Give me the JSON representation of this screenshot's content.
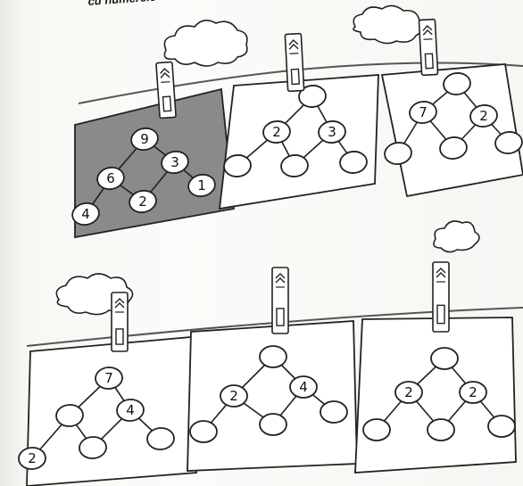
{
  "instruction": "cu numerele",
  "puzzles": [
    {
      "id": "p1",
      "shaded": true,
      "numbers": [
        "9",
        "6",
        "3",
        "4",
        "2",
        "1"
      ]
    },
    {
      "id": "p2",
      "shaded": false,
      "numbers": [
        "",
        "2",
        "3",
        "",
        "",
        ""
      ]
    },
    {
      "id": "p3",
      "shaded": false,
      "numbers": [
        "",
        "7",
        "2",
        "",
        "",
        ""
      ]
    },
    {
      "id": "p4",
      "shaded": false,
      "numbers": [
        "7",
        "",
        "4",
        "2",
        "",
        ""
      ]
    },
    {
      "id": "p5",
      "shaded": false,
      "numbers": [
        "",
        "2",
        "4",
        "",
        "",
        ""
      ]
    },
    {
      "id": "p6",
      "shaded": false,
      "numbers": [
        "",
        "2",
        "2",
        "",
        "",
        ""
      ]
    }
  ],
  "icons": [
    "cloud-icon",
    "clothespin-icon",
    "clothesline"
  ]
}
